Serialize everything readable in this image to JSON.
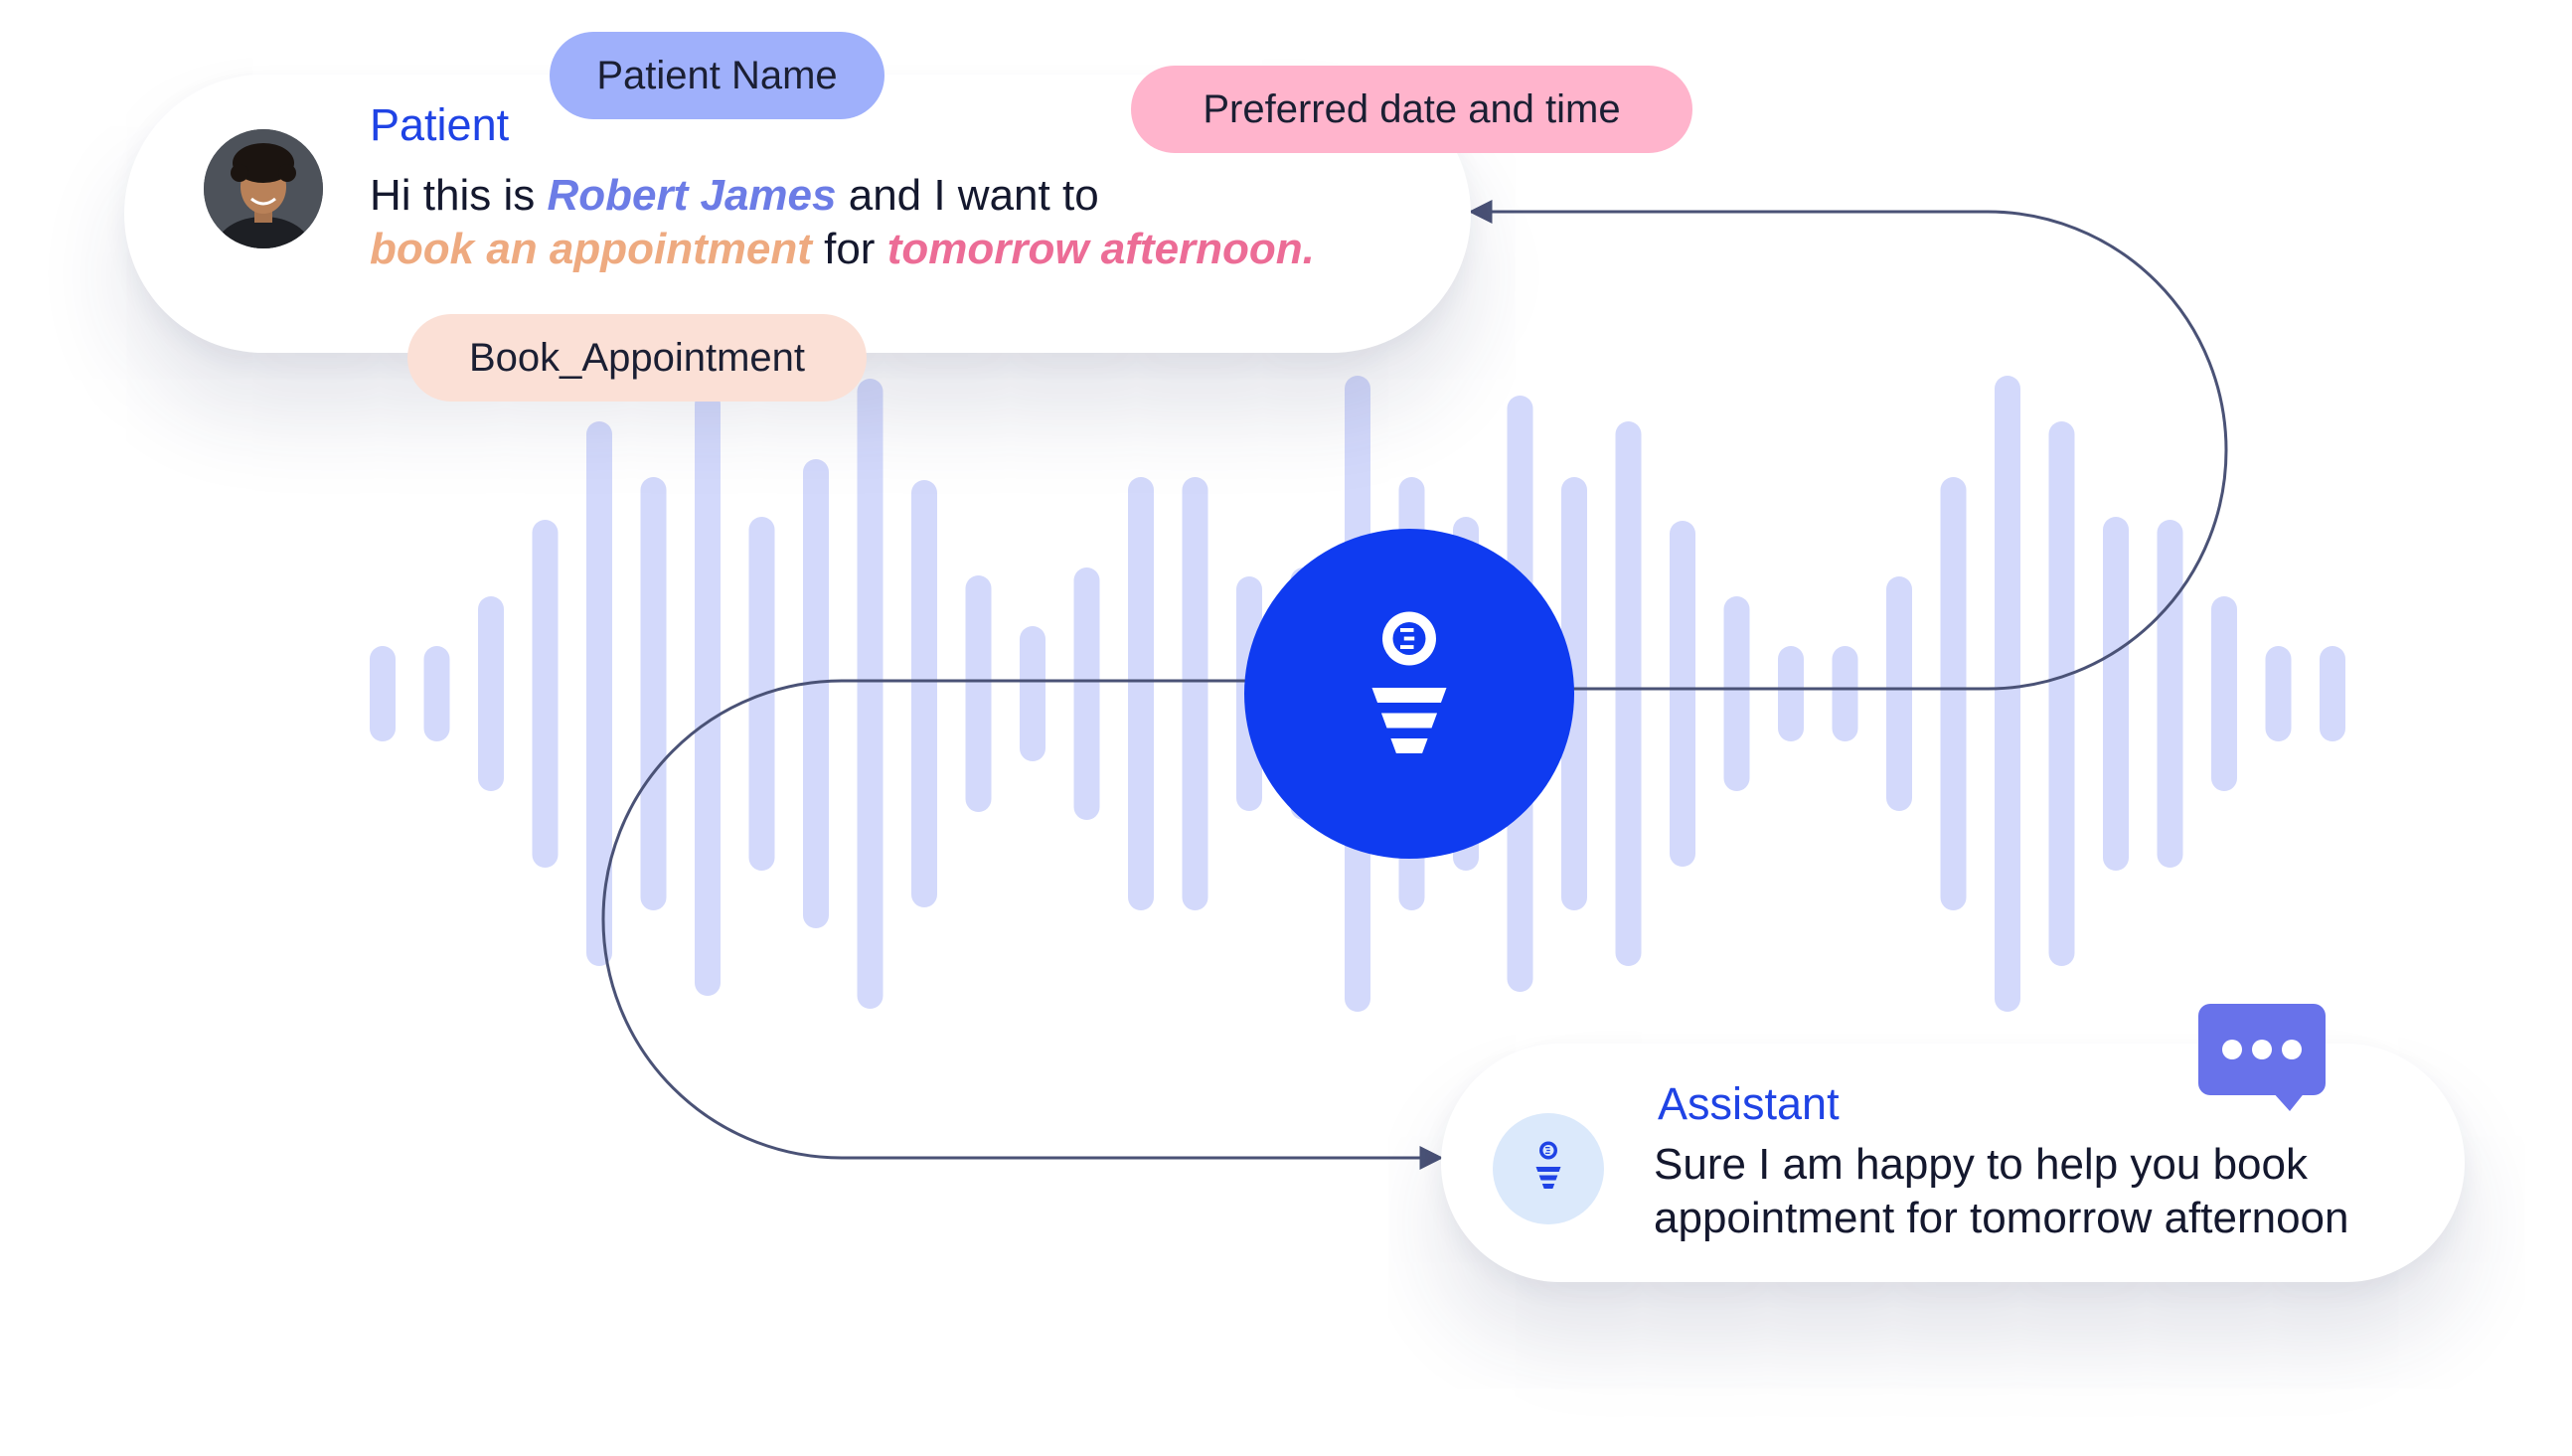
{
  "patient": {
    "speaker": "Patient",
    "message": {
      "part1": "Hi this is ",
      "name": "Robert James",
      "part2": " and I want to",
      "intent": "book an appointment",
      "part3": " for ",
      "time": "tomorrow afternoon."
    },
    "avatar_icon": "user-avatar-icon"
  },
  "tags": {
    "name": "Patient Name",
    "time": "Preferred date and time",
    "intent": "Book_Appointment"
  },
  "assistant": {
    "speaker": "Assistant",
    "message": "Sure I am happy to help you book appointment for tomorrow afternoon",
    "logo_icon": "assistant-logo-icon",
    "chat_icon": "chat-bubble-icon"
  },
  "colors": {
    "brand_blue": "#0f3bf0",
    "speaker_blue": "#1f43e5",
    "wave": "#d3d9fb",
    "connector": "#4a5276",
    "name_highlight": "#6c7ce6",
    "intent_highlight": "#eeaa80",
    "time_highlight": "#ec6c96",
    "chat_badge": "#6872ea"
  }
}
